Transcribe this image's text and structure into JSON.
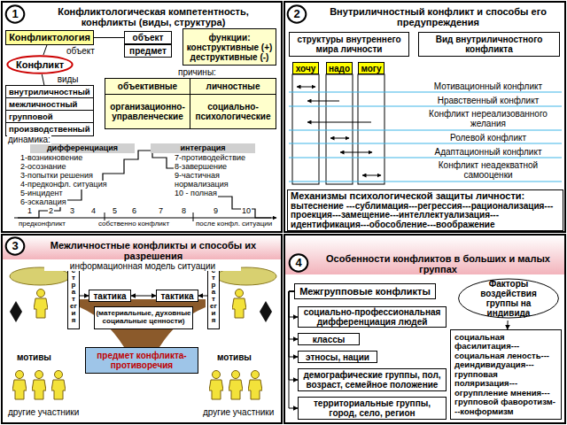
{
  "diagram": {
    "nodes": [
      {
        "text": [
          "Конфликтологическая компетентность, конфликты (виды, структура)"
        ]
      },
      {
        "text": [
          "1"
        ],
        "in": 0
      },
      {
        "text": [
          "Конфликтология"
        ],
        "in": 0
      },
      {
        "text": [
          "объект"
        ],
        "in": 0
      },
      {
        "text": [
          "предмет"
        ],
        "in": 0
      },
      {
        "text": [
          "функции:",
          "конструктивные (+)",
          "деструктивные (-)"
        ],
        "in": 0
      },
      {
        "text": [
          "Конфликт"
        ],
        "in": 0
      },
      {
        "text": [
          "внутриличностный",
          "межличностный",
          "групповой",
          "производственный"
        ],
        "in": 0
      },
      {
        "text": [
          "объективные",
          "личностные",
          "организационно-управленческие",
          "социально-психологические"
        ],
        "in": 0
      },
      {
        "text": [
          "дифференциация"
        ],
        "in": 0
      },
      {
        "text": [
          "интеграция"
        ],
        "in": 0
      },
      {
        "text": [
          "Внутриличностный конфликт и способы его предупреждения"
        ]
      },
      {
        "text": [
          "2"
        ],
        "in": 11
      },
      {
        "text": [
          "структуры внутреннего мира личности"
        ],
        "in": 11
      },
      {
        "text": [
          "Вид внутриличностного конфликта"
        ],
        "in": 11
      },
      {
        "text": [
          "хочу"
        ],
        "in": 11
      },
      {
        "text": [
          "надо"
        ],
        "in": 11
      },
      {
        "text": [
          "могу"
        ],
        "in": 11
      },
      {
        "text": [
          "Механизмы психологической защиты личности:",
          "вытеснение ---сублимация---регрессия---рационализация---проекция---замещение---интеллектуализация---идентификация---обособление---воображение"
        ],
        "in": 11
      },
      {
        "text": [
          "Межличностные конфликты и способы их разрешения"
        ]
      },
      {
        "text": [
          "3"
        ],
        "in": 19
      },
      {
        "text": [
          "стратегия"
        ],
        "in": 19
      },
      {
        "text": [
          "тактика"
        ],
        "in": 19
      },
      {
        "text": [
          "тактика"
        ],
        "in": 19
      },
      {
        "text": [
          "стратегия"
        ],
        "in": 19
      },
      {
        "text": [
          "(материальные, духовные социальные ценности)"
        ],
        "in": 19
      },
      {
        "text": [
          "предмет конфликта-противоречия"
        ],
        "in": 19
      },
      {
        "text": [
          "Особенности конфликтов в больших и малых группах"
        ]
      },
      {
        "text": [
          "4"
        ],
        "in": 27
      },
      {
        "text": [
          "Межгрупповые конфликты"
        ],
        "in": 27
      },
      {
        "text": [
          "Факторы воздействия группы на индивида"
        ],
        "in": 27
      },
      {
        "text": [
          "социально-профессиональная дифференциация людей"
        ],
        "in": 27
      },
      {
        "text": [
          "классы"
        ],
        "in": 27
      },
      {
        "text": [
          "этносы, нации"
        ],
        "in": 27
      },
      {
        "text": [
          "демографические группы, пол, возраст, семейное положение"
        ],
        "in": 27
      },
      {
        "text": [
          "территориальные группы, город, село, регион"
        ],
        "in": 27
      },
      {
        "text": [
          "социальная фасилитация---социальная леность---деиндивидуация---групповая поляризация---огруппление мнения---групповой фаворотизм---конформизм"
        ],
        "in": 27
      }
    ],
    "edges": [
      {
        "from": 2,
        "to": 3,
        "arrow": "none"
      },
      {
        "from": 2,
        "to": 6,
        "label": "объект",
        "arrow": "none"
      },
      {
        "from": 6,
        "to": 7,
        "label": "виды",
        "arrow": "none"
      },
      {
        "from": 21,
        "to": 22,
        "arrow": "to"
      },
      {
        "from": 24,
        "to": 23,
        "arrow": "to"
      },
      {
        "from": 22,
        "to": 23,
        "arrow": "both"
      },
      {
        "from": 29,
        "to": 31,
        "arrow": "to"
      },
      {
        "from": 29,
        "to": 32,
        "arrow": "to"
      },
      {
        "from": 29,
        "to": 33,
        "arrow": "to"
      },
      {
        "from": 29,
        "to": 34,
        "arrow": "to"
      },
      {
        "from": 29,
        "to": 35,
        "arrow": "to"
      },
      {
        "from": 30,
        "to": 36,
        "arrow": "to"
      }
    ],
    "labels": [
      "причины:",
      "динамика:",
      "1-возникновение",
      "2-осознание",
      "3-попытки решения",
      "4-предконфл. ситуация",
      "5-инцидент",
      "6-эскалация",
      "7-противодействие",
      "8-завершение",
      "9-частичная нормализация",
      "10 - полная",
      "1",
      "2",
      "3",
      "4",
      "5",
      "6",
      "7",
      "8",
      "9",
      "10",
      "предконфликт",
      "собственно конфликт",
      "после конфл. ситуации",
      "Мотивационный конфликт",
      "Нравственный конфликт",
      "Конфликт нереализованного желания",
      "Ролевой конфликт",
      "Адаптационный конфликт",
      "Конфликт неадекватной самооценки",
      "информационная модель ситуации",
      "мотивы",
      "мотивы",
      "другие участники",
      "другие участники"
    ]
  }
}
